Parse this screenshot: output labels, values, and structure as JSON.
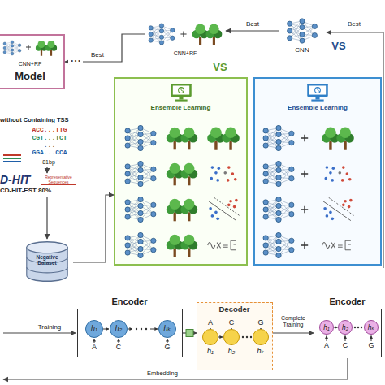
{
  "diagram": {
    "nodes": [
      {
        "text": [
          "CNN+RF",
          "Model"
        ]
      },
      {
        "text": [
          "CNN+RF"
        ]
      },
      {
        "text": [
          "CNN"
        ]
      },
      {
        "text": [
          "Ensemble Learning"
        ]
      },
      {
        "text": [
          "Ensemble Learning"
        ]
      },
      {
        "text": [
          "Negative Dataset"
        ]
      },
      {
        "text": [
          "Encoder",
          "h₁",
          "h₂",
          "hₖ",
          "A",
          "C",
          "G"
        ]
      },
      {
        "text": [
          "Decoder",
          "A",
          "C",
          "G",
          "h₁",
          "h₂",
          "hₖ"
        ]
      },
      {
        "text": [
          "Encoder",
          "h₁",
          "h₂",
          "hₖ",
          "A",
          "C",
          "G"
        ]
      }
    ],
    "edges": [
      {
        "from": 2,
        "to": 1,
        "label": "Best",
        "arrow": "to"
      },
      {
        "from": 1,
        "to": 0,
        "label": "Best",
        "arrow": "to"
      },
      {
        "from": 5,
        "to": 3,
        "arrow": "to"
      },
      {
        "from": 6,
        "to": 7,
        "arrow": "to"
      },
      {
        "from": 7,
        "to": 8,
        "label": "Complete Training",
        "arrow": "to"
      }
    ],
    "labels": [
      "VS",
      "VS",
      "Best",
      "• • •",
      "without Containing TSS",
      "ACC...TTG",
      "CGT...TCT",
      "...",
      "GGA...CCA",
      "81bp",
      "D-HIT",
      "Representative Sequences",
      "CD-HIT-EST 80%",
      "Training",
      "Embedding"
    ]
  }
}
